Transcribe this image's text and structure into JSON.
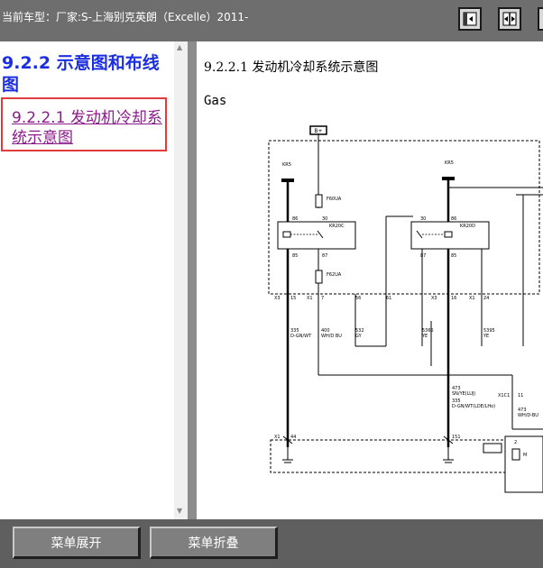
{
  "window": {
    "title": "当前车型：厂家:S-上海别克英朗（Excelle）2011-"
  },
  "toolbar": {
    "buttons": [
      {
        "icon": "collapse-left-icon"
      },
      {
        "icon": "split-view-icon"
      },
      {
        "icon": "expand-right-icon"
      }
    ]
  },
  "nav": {
    "heading": "9.2.2 示意图和布线图",
    "selected_item": "9.2.2.1 发动机冷却系统示意图"
  },
  "document": {
    "heading": "9.2.2.1 发动机冷却系统示意图",
    "variant": "Gas"
  },
  "diagram": {
    "top_label": "B+",
    "left_relay": {
      "power": "KR5",
      "fuse1": "F60UA",
      "fuse2": "F62UA",
      "pins": [
        "86",
        "30",
        "85",
        "87"
      ],
      "name": "KR20C"
    },
    "right_relay": {
      "power": "KR5",
      "pins": [
        "30",
        "86",
        "87",
        "85"
      ],
      "name": "KR20D"
    },
    "connector_labels": [
      "X3",
      "15",
      "X1",
      "7",
      "56",
      "61",
      "X3",
      "16",
      "X1",
      "24",
      "X1C1",
      "11"
    ],
    "wire_labels": [
      {
        "id": "335",
        "color": "D-GN/WT"
      },
      {
        "id": "400",
        "color": "WH/D BU"
      },
      {
        "id": "532",
        "color": "GY"
      },
      {
        "id": "5365",
        "color": "YE"
      },
      {
        "id": "5395",
        "color": "YE"
      },
      {
        "id": "473",
        "color": "SN/YE(LUJ)"
      },
      {
        "id": "335",
        "color": "D-GN/WT(LDE/LHo)"
      },
      {
        "id": "473",
        "color": "WH/D-BU"
      }
    ],
    "bottom_labels": [
      "X1",
      "44",
      "151",
      "2",
      "M"
    ]
  },
  "bottom_buttons": {
    "expand_label": "菜单展开",
    "collapse_label": "菜单折叠"
  }
}
